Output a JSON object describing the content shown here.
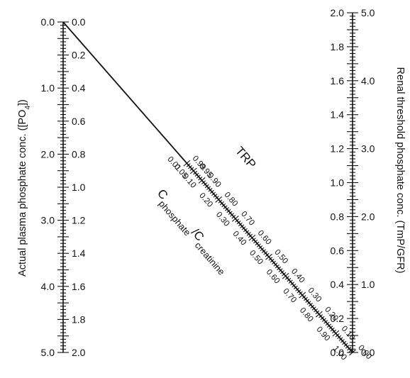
{
  "left_axis": {
    "title": "Actual plasma phosphate conc. ([PO",
    "title_subscript": "4",
    "title_end": "])",
    "outer_labels": [
      "0.0",
      "1.0",
      "2.0",
      "3.0",
      "4.0",
      "5.0"
    ],
    "inner_labels": [
      "0.0",
      "0.2",
      "0.4",
      "0.6",
      "0.8",
      "1.0",
      "1.2",
      "1.4",
      "1.6",
      "1.8",
      "2.0"
    ]
  },
  "right_axis": {
    "title": "Renal threshold phosphate conc. (TmP/GFR)",
    "inner_labels": [
      "2.0",
      "1.8",
      "1.6",
      "1.4",
      "1.2",
      "1.0",
      "0.8",
      "0.6",
      "0.4",
      "0.2",
      "0.0"
    ],
    "outer_labels": [
      "5.0",
      "4.0",
      "3.0",
      "2.0",
      "1.0",
      "0.0"
    ]
  },
  "diagonal_scale": {
    "upper_title": "TRP",
    "lower_title": "C",
    "lower_title_sub1": "phosphate",
    "lower_title_mid": "/C",
    "lower_title_sub2": "creatinine",
    "upper_labels": [
      "0.99",
      "0.95",
      "0.90",
      "0.80",
      "0.70",
      "0.60",
      "0.50",
      "0.40",
      "0.30",
      "0.20",
      "0.10",
      "0.00"
    ],
    "lower_labels": [
      "0.01",
      "0.05",
      "0.10",
      "0.20",
      "0.30",
      "0.40",
      "0.50",
      "0.60",
      "0.70",
      "0.80",
      "0.90",
      "1.00"
    ]
  }
}
